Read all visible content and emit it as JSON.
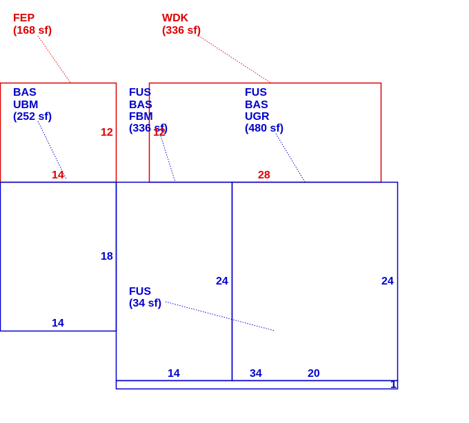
{
  "colors": {
    "upper_level": "#dd0000",
    "base_level": "#0000cc",
    "background": "#ffffff"
  },
  "areas": {
    "fep": {
      "line1": "FEP",
      "line2": "(168 sf)"
    },
    "wdk": {
      "line1": "WDK",
      "line2": "(336 sf)"
    },
    "bas_ubm": {
      "line1": "BAS",
      "line2": "UBM",
      "line3": "(252 sf)"
    },
    "fus_bas_fbm": {
      "line1": "FUS",
      "line2": "BAS",
      "line3": "FBM",
      "line4": "(336 sf)"
    },
    "fus_bas_ugr": {
      "line1": "FUS",
      "line2": "BAS",
      "line3": "UGR",
      "line4": "(480 sf)"
    },
    "fus_small": {
      "line1": "FUS",
      "line2": "(34 sf)"
    }
  },
  "dimensions": {
    "fep_side": "12",
    "fep_bottom": "14",
    "wdk_side": "12",
    "wdk_bottom": "28",
    "left_side": "18",
    "left_bottom": "14",
    "middle_side": "24",
    "middle_bottom": "14",
    "right_side": "24",
    "right_bottom_a": "34",
    "right_bottom_b": "20",
    "strip_end": "1"
  }
}
